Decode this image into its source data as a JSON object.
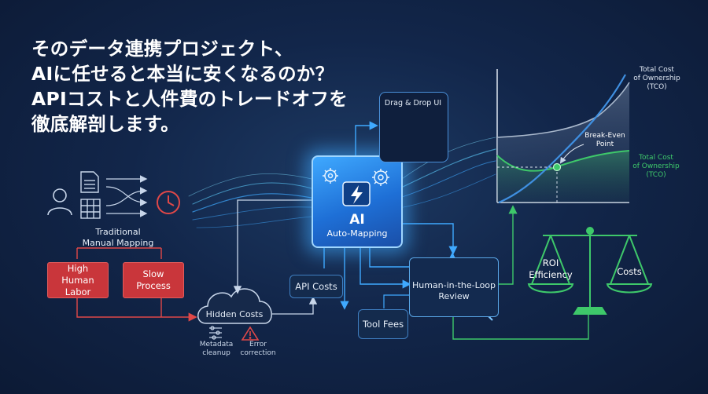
{
  "headline": {
    "line1": "そのデータ連携プロジェクト、",
    "line2": "AIに任せると本当に安くなるのか？",
    "line3": "APIコストと人件費のトレードオフを",
    "line4": "徹底解剖します。"
  },
  "traditional": {
    "label_line1": "Traditional",
    "label_line2": "Manual Mapping",
    "high_labor_line1": "High",
    "high_labor_line2": "Human Labor",
    "slow_line1": "Slow",
    "slow_line2": "Process"
  },
  "hidden_costs": {
    "label": "Hidden Costs",
    "metadata_line1": "Metadata",
    "metadata_line2": "cleanup",
    "error_line1": "Error",
    "error_line2": "correction"
  },
  "ai": {
    "title": "AI",
    "subtitle": "Auto-Mapping"
  },
  "dragdrop": {
    "title": "Drag & Drop UI"
  },
  "api_costs": {
    "label": "API Costs"
  },
  "tool_fees": {
    "label": "Tool Fees"
  },
  "hitl": {
    "line1": "Human-in-the-Loop",
    "line2": "Review"
  },
  "chart": {
    "tco_top_line1": "Total Cost",
    "tco_top_line2": "of Ownership",
    "tco_top_line3": "(TCO)",
    "break_even_line1": "Break-Even",
    "break_even_line2": "Point",
    "tco_green_line1": "Total Cost",
    "tco_green_line2": "of Ownership",
    "tco_green_line3": "(TCO)"
  },
  "scale": {
    "left_line1": "ROI",
    "left_line2": "Efficiency",
    "right": "Costs"
  },
  "colors": {
    "blue_line": "#3f8fe0",
    "green_line": "#3ec86a",
    "red_box": "#c9363b",
    "ai_glow": "#40aaff"
  },
  "icons": [
    "person-icon",
    "document-icon",
    "spreadsheet-icon",
    "clock-icon",
    "cloud-icon",
    "warning-icon",
    "gear-icon",
    "lightning-icon",
    "magnifier-icon",
    "scale-icon"
  ]
}
